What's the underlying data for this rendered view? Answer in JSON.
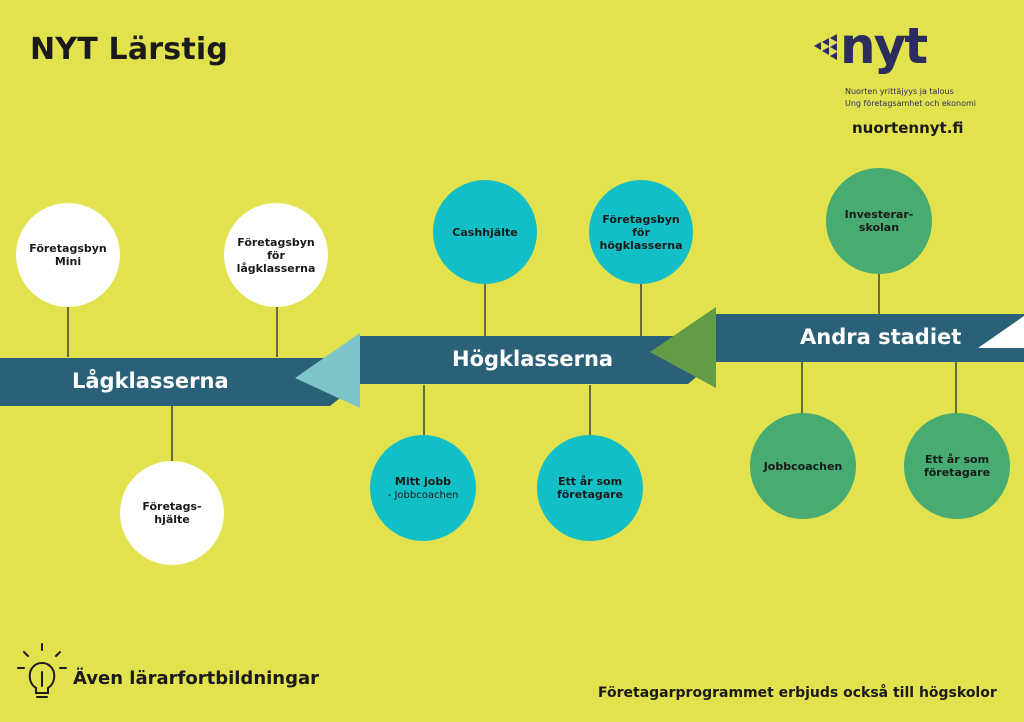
{
  "title": "NYT Lärstig",
  "logo": {
    "wordmark": "nyt",
    "tagline_fi": "Nuorten yrittäjyys ja talous",
    "tagline_sv": "Ung företagsamhet och ekonomi",
    "url": "nuortennyt.fi",
    "color": "#2b2d5e"
  },
  "colors": {
    "background": "#e2e24e",
    "band": "#2b6079",
    "white_circle": "#ffffff",
    "cyan_circle": "#12bfc6",
    "green_circle": "#48ab72",
    "arrow_light": "#7cc5c9",
    "arrow_green": "#629c46"
  },
  "stages": [
    {
      "label": "Lågklasserna",
      "circles": [
        {
          "label": "Företagsbyn\nMini",
          "sub": ""
        },
        {
          "label": "Företagsbyn för\nlågklasserna",
          "sub": ""
        },
        {
          "label": "Företags-\nhjälte",
          "sub": ""
        }
      ]
    },
    {
      "label": "Högklasserna",
      "circles": [
        {
          "label": "Cashhjälte",
          "sub": ""
        },
        {
          "label": "Företagsbyn för\nhögklasserna",
          "sub": ""
        },
        {
          "label": "Mitt jobb",
          "sub": "- Jobbcoachen"
        },
        {
          "label": "Ett år som\nföretagare",
          "sub": ""
        }
      ]
    },
    {
      "label": "Andra stadiet",
      "circles": [
        {
          "label": "Investerar-\nskolan",
          "sub": ""
        },
        {
          "label": "Jobbcoachen",
          "sub": ""
        },
        {
          "label": "Ett år som\nföretagare",
          "sub": ""
        }
      ]
    }
  ],
  "footer": {
    "left": "Även lärarfortbildningar",
    "right": "Företagarprogrammet erbjuds också till högskolor",
    "icon": "lightbulb-icon"
  }
}
